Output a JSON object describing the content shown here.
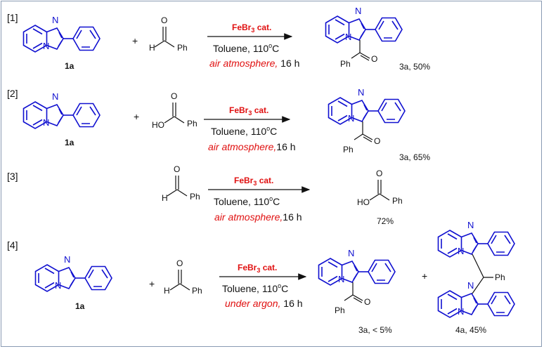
{
  "reactions": [
    {
      "id": "[1]",
      "catalyst": "FeBr",
      "catalyst_sub": "3",
      "catalyst_suffix": " cat.",
      "solvent": "Toluene, 110",
      "temp_sup": "o",
      "temp_unit": "C",
      "atmosphere": "air atmosphere,",
      "time": " 16 h",
      "reactant_label": "1a",
      "reagent": "aldehyde",
      "product_label": "3a, 50%"
    },
    {
      "id": "[2]",
      "catalyst": "FeBr",
      "catalyst_sub": "3",
      "catalyst_suffix": " cat.",
      "solvent": "Toluene, 110",
      "temp_sup": "o",
      "temp_unit": "C",
      "atmosphere": "air atmosphere,",
      "time": "16 h",
      "reactant_label": "1a",
      "reagent": "acid",
      "product_label": "3a, 65%"
    },
    {
      "id": "[3]",
      "catalyst": "FeBr",
      "catalyst_sub": "3",
      "catalyst_suffix": " cat.",
      "solvent": "Toluene, 110",
      "temp_sup": "o",
      "temp_unit": "C",
      "atmosphere": "air atmosphere,",
      "time": "16 h",
      "product_label": "72%"
    },
    {
      "id": "[4]",
      "catalyst": "FeBr",
      "catalyst_sub": "3",
      "catalyst_suffix": " cat.",
      "solvent": "Toluene, 110",
      "temp_sup": "o",
      "temp_unit": "C",
      "atmosphere": "under argon,",
      "time": " 16 h",
      "reactant_label": "1a",
      "product_label": "3a, < 5%",
      "product2_label": "4a, 45%"
    }
  ],
  "atoms": {
    "N": "N",
    "O": "O",
    "H": "H",
    "Ph": "Ph",
    "HO": "HO",
    "plus": "+"
  }
}
